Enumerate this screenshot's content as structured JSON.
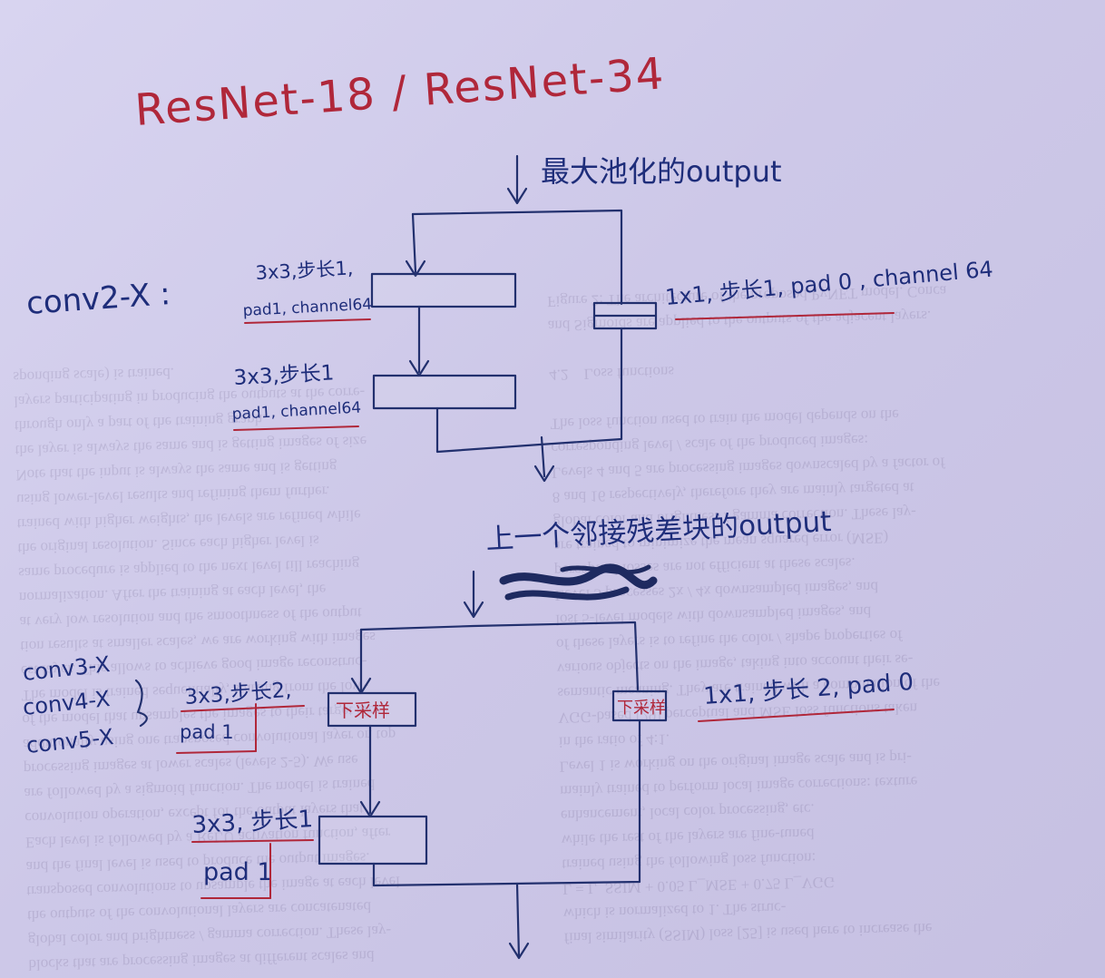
{
  "title": "ResNet-18 / ResNet-34",
  "colors": {
    "ink_blue": "#22306e",
    "ink_red": "#b0273a",
    "paper": "#d3cfec"
  },
  "block1": {
    "label": "conv2-X :",
    "input_label": "最大池化的output",
    "conv1_line1": "3x3,步长1,",
    "conv1_line2": "pad1, channel64",
    "conv2_line1": "3x3,步长1",
    "conv2_line2": "pad1, channel64",
    "shortcut_label": "1x1, 步长1, pad 0 , channel 64"
  },
  "block2": {
    "labels": [
      "conv3-X",
      "conv4-X",
      "conv5-X"
    ],
    "input_label": "上一个邻接残差块的output",
    "conv1_line1": "3x3,步长2,",
    "conv1_line2": "pad 1",
    "conv1_tag": "下采样",
    "conv2_line1": "3x3, 步长1",
    "conv2_line2": "pad 1",
    "shortcut_tag": "下采样",
    "shortcut_label": "1x1, 步长 2, pad 0"
  }
}
